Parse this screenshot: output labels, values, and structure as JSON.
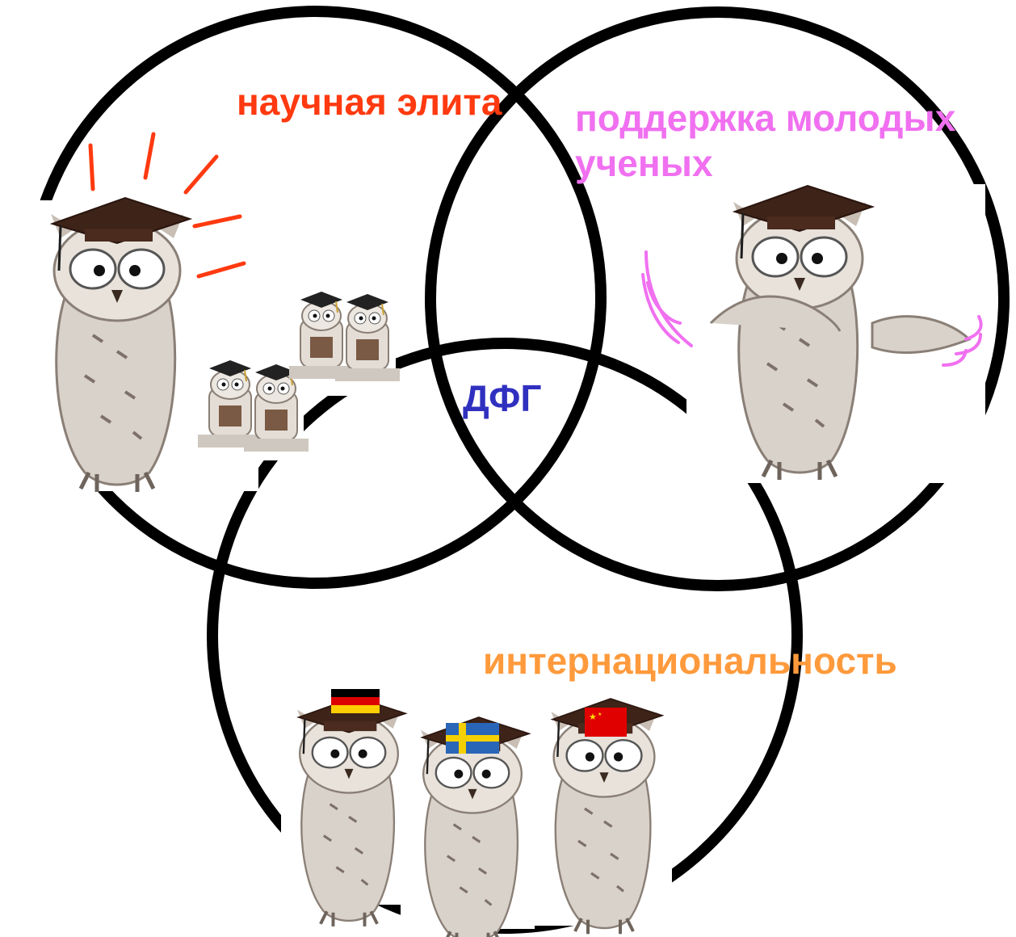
{
  "diagram": {
    "center_label": "ДФГ",
    "sets": [
      {
        "id": "elite",
        "label": "научная элита",
        "color": "#ff3a10"
      },
      {
        "id": "young",
        "label_lines": [
          "поддержка молодых",
          "ученых"
        ],
        "color": "#f070f0"
      },
      {
        "id": "intl",
        "label": "интернациональность",
        "color": "#ff9a3c"
      }
    ],
    "center_color": "#3030c0",
    "circle_stroke_color": "#000000",
    "flags": [
      "germany-flag-icon",
      "sweden-flag-icon",
      "china-flag-icon"
    ]
  }
}
